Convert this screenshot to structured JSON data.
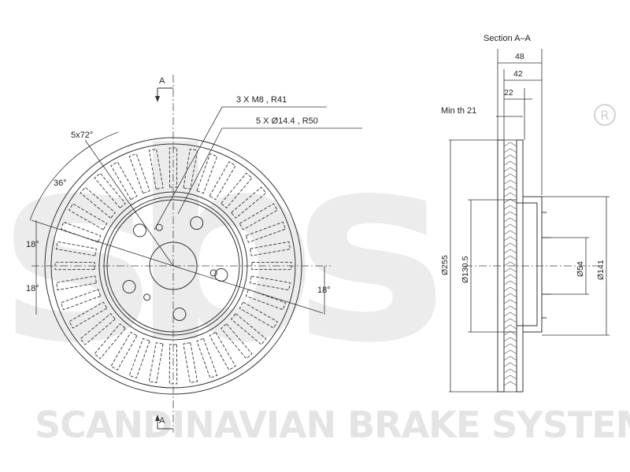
{
  "watermark": {
    "company_name": "SCANDINAVIAN BRAKE SYSTEMS",
    "logo_letters": "sbs",
    "registered_mark": "®"
  },
  "front_view": {
    "section_marker_top": "A",
    "section_marker_bottom": "A",
    "callout_threads": "3 X M8 , R41",
    "callout_holes": "5 X Ø14.4 , R50",
    "angle_pitch": "5x72°",
    "angle_36": "36°",
    "angle_18_left_top": "18°",
    "angle_18_left_bottom": "18°",
    "angle_18_right": "18°"
  },
  "section_view": {
    "title": "Section A–A",
    "dim_48": "48",
    "dim_42": "42",
    "dim_22": "22",
    "min_thickness": "Min th 21",
    "dia_255": "Ø255",
    "dia_130_5": "Ø130.5",
    "dia_54": "Ø54",
    "dia_141": "Ø141"
  }
}
